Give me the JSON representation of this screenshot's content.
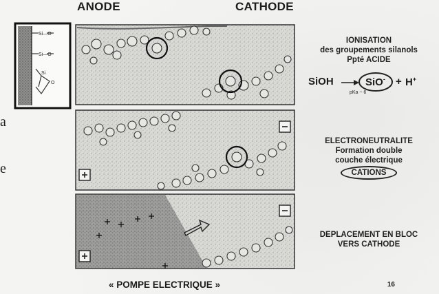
{
  "header": {
    "anode_label": "ANODE",
    "cathode_label": "CATHODE"
  },
  "edge_fragments": {
    "char_a": "a",
    "char_e": "e"
  },
  "wall_diagram": {
    "group_label_1": "Si—O",
    "group_label_2": "Si—O",
    "group_label_3": "Si",
    "group_label_4": "O"
  },
  "panels": [
    {
      "title": "IONISATION",
      "subtitle": "des groupements silanols",
      "note": "Ppté ACIDE",
      "formula": {
        "reactant": "SiOH",
        "product_ion": "SiO",
        "product_charge": "-",
        "plus": "+",
        "proton": "H",
        "proton_charge": "+",
        "pka": "pKa ~ 6"
      }
    },
    {
      "title": "ELECTRONEUTRALITE",
      "line2": "Formation double",
      "line3": "couche électrique",
      "highlight": "CATIONS"
    },
    {
      "title": "DEPLACEMENT EN BLOC",
      "line2": "VERS CATHODE"
    }
  ],
  "footer": {
    "title": "« POMPE ELECTRIQUE »",
    "page_number": "16"
  }
}
